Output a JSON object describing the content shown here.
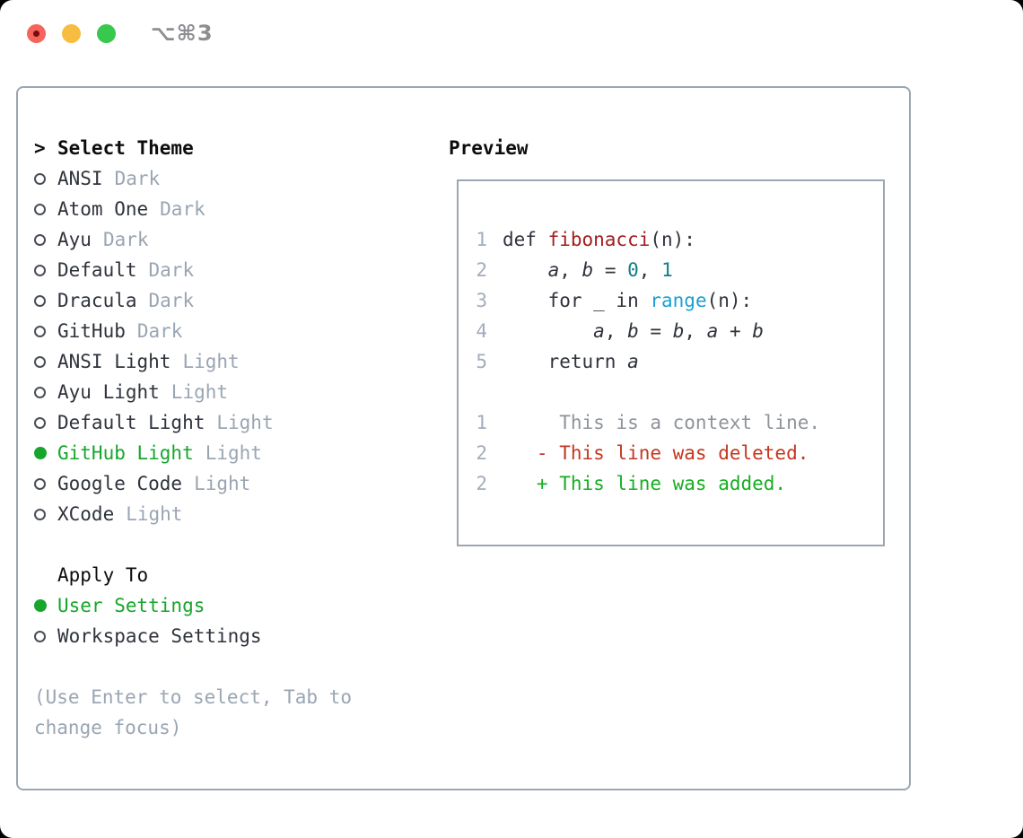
{
  "titlebar": {
    "title": "⌥⌘3"
  },
  "theme_section": {
    "cursor": ">",
    "title": "Select Theme",
    "themes": [
      {
        "name": "ANSI",
        "variant": "Dark",
        "selected": false
      },
      {
        "name": "Atom One",
        "variant": "Dark",
        "selected": false
      },
      {
        "name": "Ayu",
        "variant": "Dark",
        "selected": false
      },
      {
        "name": "Default",
        "variant": "Dark",
        "selected": false
      },
      {
        "name": "Dracula",
        "variant": "Dark",
        "selected": false
      },
      {
        "name": "GitHub",
        "variant": "Dark",
        "selected": false
      },
      {
        "name": "ANSI Light",
        "variant": "Light",
        "selected": false
      },
      {
        "name": "Ayu Light",
        "variant": "Light",
        "selected": false
      },
      {
        "name": "Default Light",
        "variant": "Light",
        "selected": false
      },
      {
        "name": "GitHub Light",
        "variant": "Light",
        "selected": true
      },
      {
        "name": "Google Code",
        "variant": "Light",
        "selected": false
      },
      {
        "name": "XCode",
        "variant": "Light",
        "selected": false
      }
    ]
  },
  "apply_section": {
    "title": "Apply To",
    "options": [
      {
        "label": "User Settings",
        "selected": true
      },
      {
        "label": "Workspace Settings",
        "selected": false
      }
    ]
  },
  "hint": {
    "line1": "(Use Enter to select, Tab to",
    "line2": "change focus)"
  },
  "preview": {
    "title": "Preview",
    "code_lines": [
      {
        "num": "1",
        "tokens": [
          {
            "type": "plain",
            "text": "def "
          },
          {
            "type": "function",
            "text": "fibonacci"
          },
          {
            "type": "plain",
            "text": "(n):"
          }
        ]
      },
      {
        "num": "2",
        "tokens": [
          {
            "type": "plain",
            "text": "    "
          },
          {
            "type": "identifier",
            "text": "a"
          },
          {
            "type": "plain",
            "text": ", "
          },
          {
            "type": "identifier",
            "text": "b"
          },
          {
            "type": "plain",
            "text": " = "
          },
          {
            "type": "number",
            "text": "0"
          },
          {
            "type": "plain",
            "text": ", "
          },
          {
            "type": "number",
            "text": "1"
          }
        ]
      },
      {
        "num": "3",
        "tokens": [
          {
            "type": "plain",
            "text": "    for _ in "
          },
          {
            "type": "call",
            "text": "range"
          },
          {
            "type": "plain",
            "text": "(n):"
          }
        ]
      },
      {
        "num": "4",
        "tokens": [
          {
            "type": "plain",
            "text": "        "
          },
          {
            "type": "identifier",
            "text": "a"
          },
          {
            "type": "plain",
            "text": ", "
          },
          {
            "type": "identifier",
            "text": "b"
          },
          {
            "type": "plain",
            "text": " = "
          },
          {
            "type": "identifier",
            "text": "b"
          },
          {
            "type": "plain",
            "text": ", "
          },
          {
            "type": "identifier",
            "text": "a"
          },
          {
            "type": "plain",
            "text": " + "
          },
          {
            "type": "identifier",
            "text": "b"
          }
        ]
      },
      {
        "num": "5",
        "tokens": [
          {
            "type": "plain",
            "text": "    return "
          },
          {
            "type": "identifier",
            "text": "a"
          }
        ]
      }
    ],
    "diff_lines": [
      {
        "num": "1",
        "type": "context",
        "text": "     This is a context line."
      },
      {
        "num": "2",
        "type": "deleted",
        "text": "   - This line was deleted."
      },
      {
        "num": "2",
        "type": "added",
        "text": "   + This line was added."
      }
    ]
  },
  "colors": {
    "selected_green": "#16a62c",
    "variant_gray": "#9aa5b3",
    "text_dark": "#2f333b",
    "border_gray": "#9da6b0",
    "function_red": "#a21c1f",
    "number_teal": "#0e7e87",
    "call_blue": "#199fd4",
    "diff_deleted": "#c5361f",
    "diff_added": "#17ad22",
    "traffic_red": "#f5655c",
    "traffic_yellow": "#f6bd40",
    "traffic_green": "#37c84d"
  }
}
